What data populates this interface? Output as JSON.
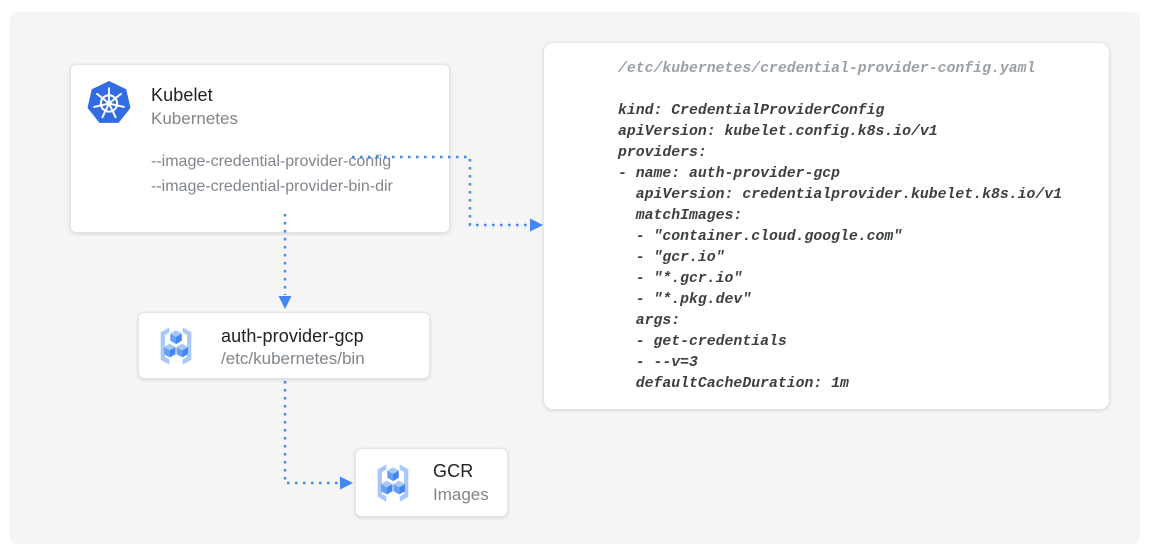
{
  "colors": {
    "panel_bg": "#f5f5f6",
    "arrow_blue": "#4285f4",
    "k8s_blue": "#326ce5",
    "cube_top": "#a8c7fa",
    "cube_left": "#669df6",
    "cube_right": "#4285f4",
    "title_text": "#212124",
    "subtitle_text": "#80868b",
    "code_text": "#3c4043",
    "filename_text": "#9aa0a6"
  },
  "nodes": {
    "kubelet": {
      "title": "Kubelet",
      "subtitle": "Kubernetes",
      "icon": "kubernetes-helm-icon",
      "flags": [
        "--image-credential-provider-config",
        "--image-credential-provider-bin-dir"
      ]
    },
    "auth_provider": {
      "title": "auth-provider-gcp",
      "subtitle": "/etc/kubernetes/bin",
      "icon": "gcr-cubes-icon"
    },
    "gcr": {
      "title": "GCR",
      "subtitle": "Images",
      "icon": "gcr-cubes-icon"
    }
  },
  "edges": [
    {
      "from": "kubelet --image-credential-provider-config flag",
      "to": "credential-provider-config.yaml card",
      "style": "dotted-arrow"
    },
    {
      "from": "kubelet",
      "to": "auth-provider-gcp",
      "style": "dotted-arrow"
    },
    {
      "from": "auth-provider-gcp",
      "to": "GCR Images",
      "style": "dotted-arrow"
    }
  ],
  "code": {
    "filename": "/etc/kubernetes/credential-provider-config.yaml",
    "lines": [
      "kind: CredentialProviderConfig",
      "apiVersion: kubelet.config.k8s.io/v1",
      "providers:",
      "- name: auth-provider-gcp",
      "  apiVersion: credentialprovider.kubelet.k8s.io/v1",
      "  matchImages:",
      "  - \"container.cloud.google.com\"",
      "  - \"gcr.io\"",
      "  - \"*.gcr.io\"",
      "  - \"*.pkg.dev\"",
      "  args:",
      "  - get-credentials",
      "  - --v=3",
      "  defaultCacheDuration: 1m"
    ]
  }
}
